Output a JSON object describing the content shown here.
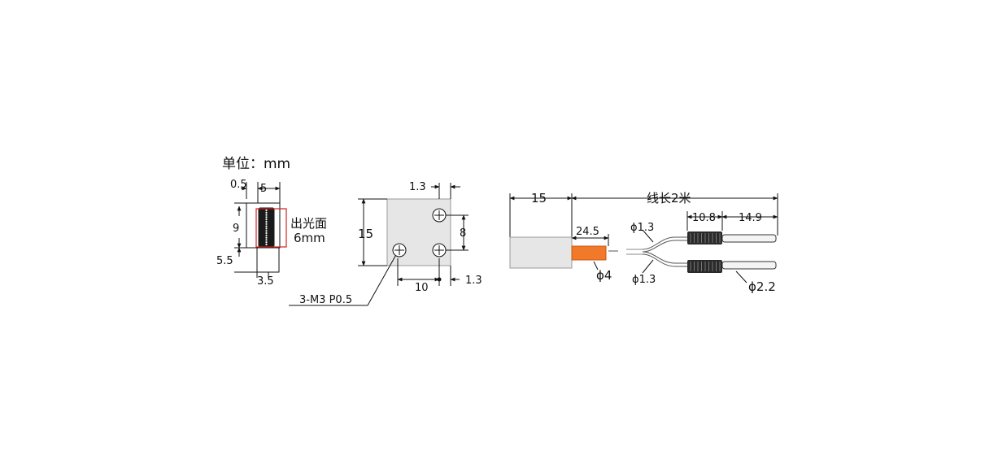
{
  "unit_label": "单位：mm",
  "front_view": {
    "top_offset": "0.5",
    "width": "5",
    "height": "9",
    "bottom_offset": "5.5",
    "bottom_width": "3.5",
    "emit_face_label_line1": "出光面",
    "emit_face_label_line2": "6mm"
  },
  "side_view": {
    "edge_offset_top": "1.3",
    "height": "15",
    "hole_spacing": "8",
    "hole_width_spacing": "10",
    "edge_offset_bottom": "1.3",
    "screw_spec": "3-M3  P0.5"
  },
  "cable_view": {
    "head_length": "15",
    "cable_length": "线长2米",
    "sleeve_length": "24.5",
    "sleeve_diameter": "ϕ4",
    "fiber_diameter_top": "ϕ1.3",
    "fiber_diameter_bottom": "ϕ1.3",
    "connector_length": "10.8",
    "tip_length": "14.9",
    "tip_diameter": "ϕ2.2"
  },
  "colors": {
    "line": "#111111",
    "body_fill": "#e6e6e6",
    "sleeve": "#f07a2a",
    "emit_outline": "#d22020",
    "connector": "#2a2a2a"
  }
}
